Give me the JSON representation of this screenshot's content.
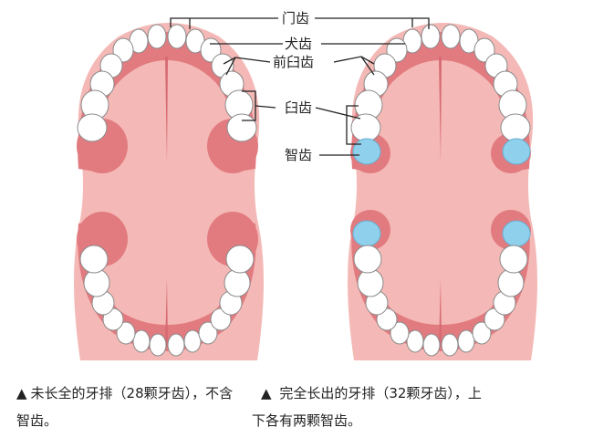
{
  "labels": {
    "incisor": "门齿",
    "canine": "犬齿",
    "premolar": "前臼齿",
    "molar": "臼齿",
    "wisdom": "智齿"
  },
  "captions": {
    "left": {
      "marker": "▲",
      "line1": "未长全的牙排（28颗牙齿），不含",
      "line2": "智齿。"
    },
    "right": {
      "marker": "▲",
      "line1": " 完全长出的牙排（32颗牙齿），上",
      "line2": "下各有两颗智齿。"
    }
  },
  "colors": {
    "palate": "#f4b9b6",
    "gum": "#e27b80",
    "gum_light": "#eea5a5",
    "tooth": "#ffffff",
    "tooth_outline": "#8a8a8a",
    "wisdom_tooth": "#8fd0ec",
    "line": "#222222"
  },
  "arches": [
    {
      "name": "incomplete",
      "teeth_count": 28,
      "has_wisdom": false
    },
    {
      "name": "complete",
      "teeth_count": 32,
      "has_wisdom": true
    }
  ]
}
